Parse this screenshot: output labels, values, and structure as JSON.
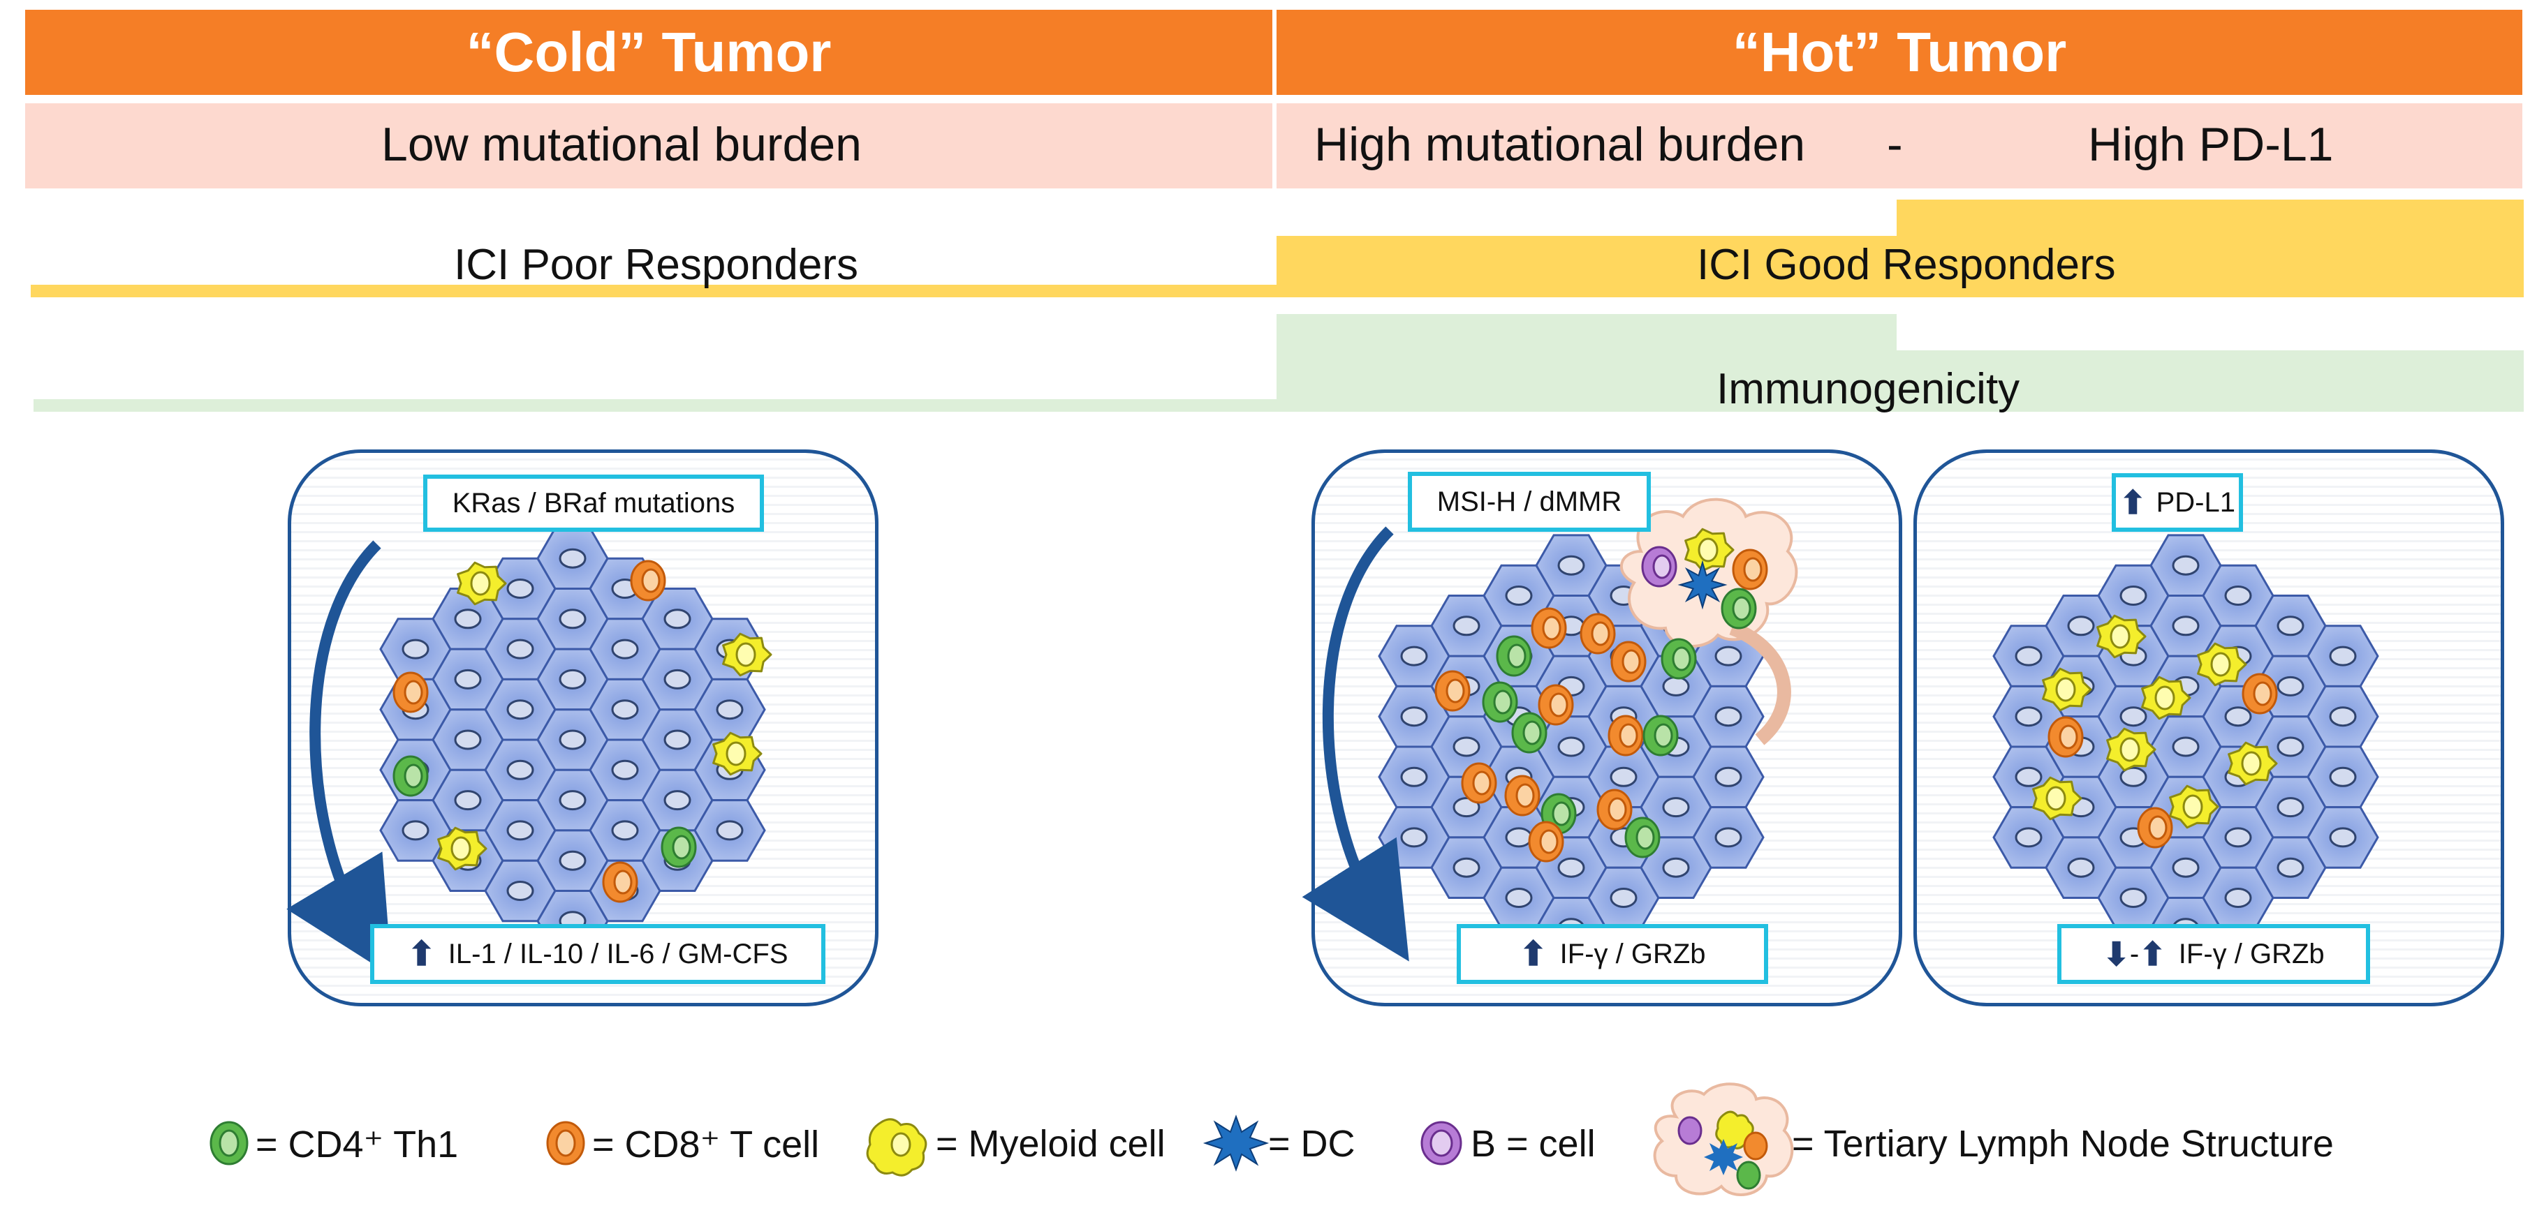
{
  "header": {
    "cold_title": "“Cold” Tumor",
    "hot_title": "“Hot” Tumor"
  },
  "subheader": {
    "cold_burden": "Low mutational burden",
    "hot_burden": "High mutational burden",
    "separator": "-",
    "pdl1": "High PD-L1"
  },
  "responders": {
    "poor": "ICI Poor Responders",
    "good": "ICI Good Responders"
  },
  "immunogenicity": "Immunogenicity",
  "panels": {
    "cold": {
      "top": "KRas / BRaf mutations",
      "bottom": "IL-1 / IL-10 / IL-6 / GM-CFS"
    },
    "hot": {
      "top": "MSI-H / dMMR",
      "bottom": "IF-γ / GRZb"
    },
    "pdl1": {
      "top": "PD-L1",
      "bottom": "IF-γ / GRZb",
      "bottom_mark": "-"
    }
  },
  "legend": {
    "cd4": "= CD4⁺ Th1",
    "cd8": "= CD8⁺ T cell",
    "myeloid": "= Myeloid cell",
    "dc": "= DC",
    "bcell": "B = cell",
    "tls": "= Tertiary Lymph Node Structure"
  },
  "colors": {
    "header_orange": "#F57E26",
    "subheader_pink": "#FDD9CF",
    "responder_yellow": "#FFD75E",
    "immuno_green": "#DDEFD9",
    "panel_border": "#1F5597",
    "label_border": "#22BFE0",
    "tumor_cell": "#9DB3E8",
    "cd4_green": "#5BB84A",
    "cd8_orange": "#F28A2E",
    "myeloid_yellow": "#F4EE2C",
    "dc_blue": "#1F6FC0",
    "bcell_purple": "#B77CD6"
  }
}
